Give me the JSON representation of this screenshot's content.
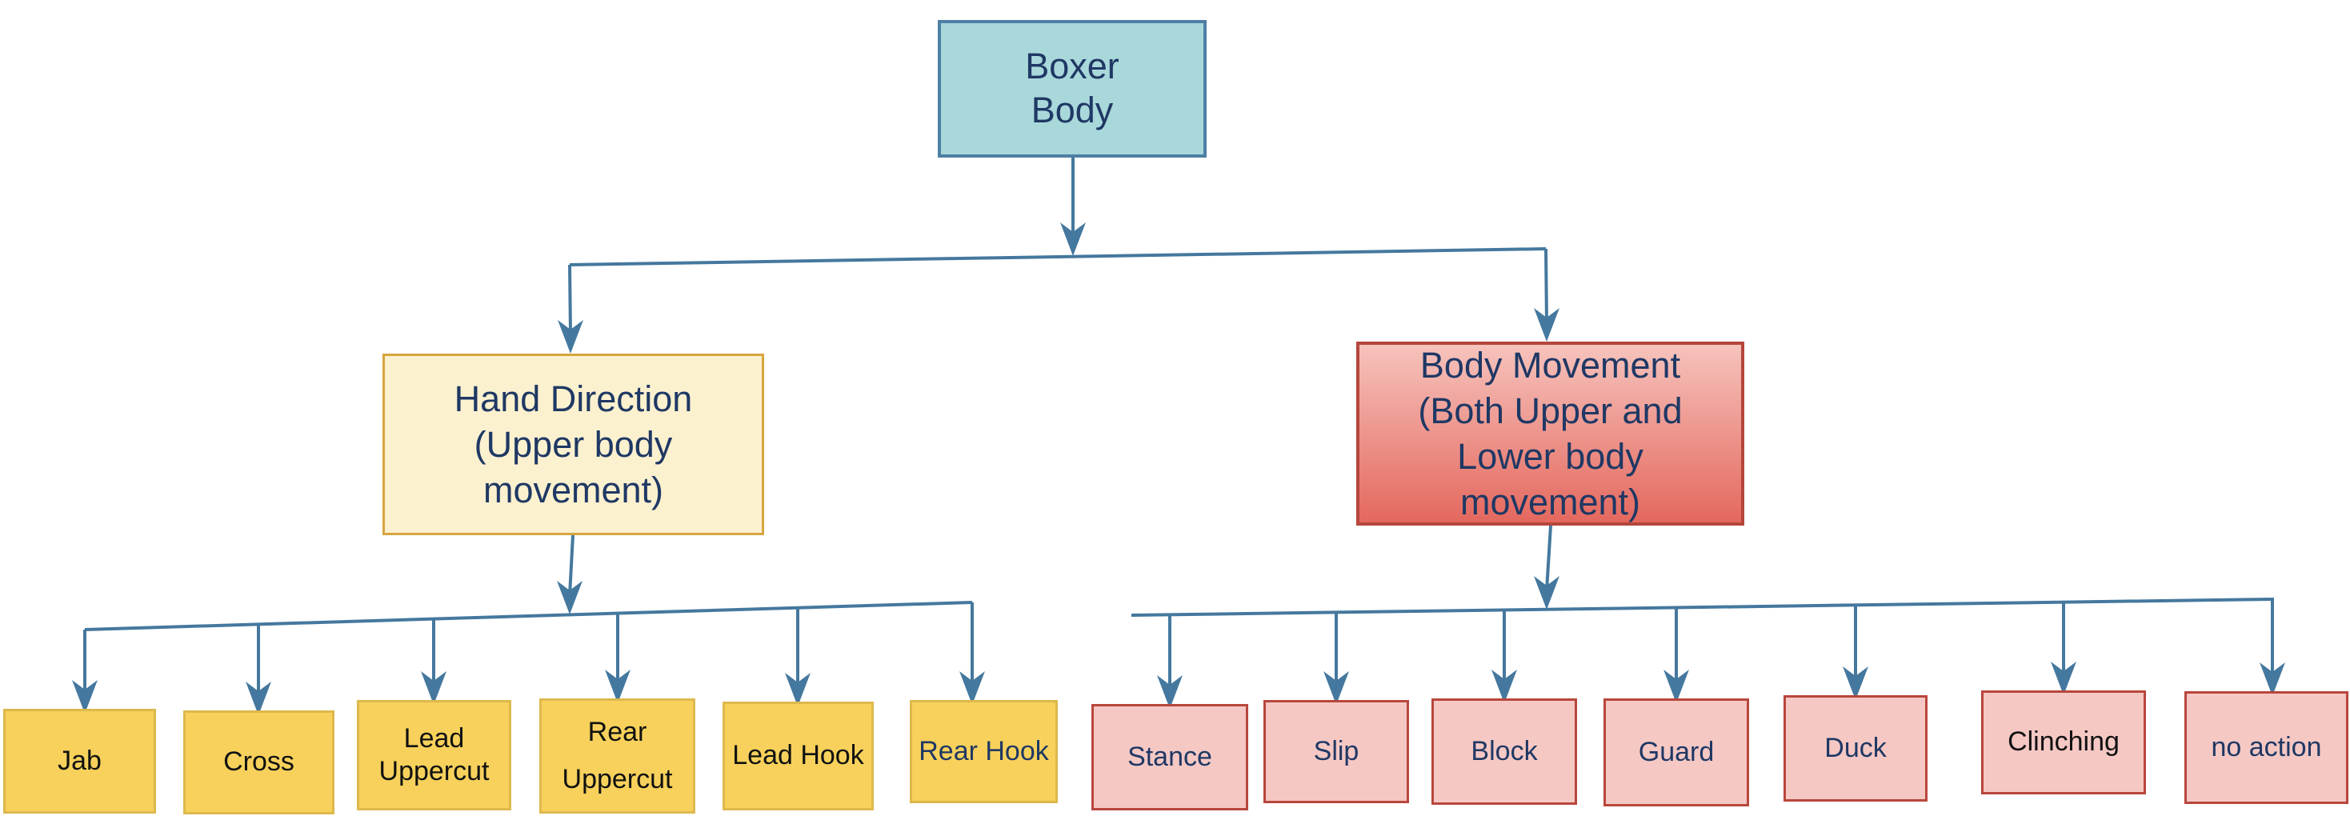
{
  "colors": {
    "connector": "#45789E",
    "root_fill": "#A9D8DB",
    "root_border": "#4E7FA5",
    "hand_fill": "#FCF1CF",
    "hand_border": "#D7A53F",
    "body_fill_top": "#F6C3BC",
    "body_fill_bottom": "#E4685E",
    "body_border": "#B5463C",
    "yellow_leaf_fill": "#F7D15B",
    "yellow_leaf_border": "#DDB84C",
    "pink_leaf_fill": "#F5C8C4",
    "pink_leaf_border": "#B9463C",
    "text_navy": "#1F3864",
    "text_black": "#111111"
  },
  "nodes": {
    "root": {
      "line1": "Boxer",
      "line2": "Body"
    },
    "hand": {
      "line1": "Hand Direction",
      "line2": "(Upper body",
      "line3": "movement)"
    },
    "body": {
      "line1": "Body Movement",
      "line2": "(Both Upper and",
      "line3": "Lower body",
      "line4": "movement)"
    }
  },
  "hand_leaves": [
    {
      "line1": "Jab"
    },
    {
      "line1": "Cross"
    },
    {
      "line1": "Lead",
      "line2": "Uppercut"
    },
    {
      "line1": "Rear",
      "line2": "Uppercut"
    },
    {
      "line1": "Lead Hook"
    },
    {
      "line1": "Rear Hook"
    }
  ],
  "body_leaves": [
    {
      "line1": "Stance"
    },
    {
      "line1": "Slip"
    },
    {
      "line1": "Block"
    },
    {
      "line1": "Guard"
    },
    {
      "line1": "Duck"
    },
    {
      "line1": "Clinching"
    },
    {
      "line1": "no action"
    }
  ]
}
